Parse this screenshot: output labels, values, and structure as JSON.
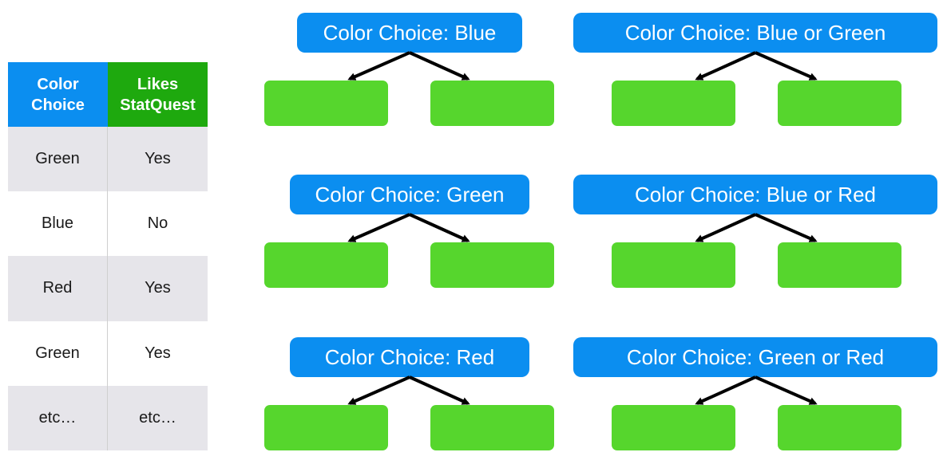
{
  "table": {
    "headers": [
      "Color\nChoice",
      "Likes\nStatQuest"
    ],
    "rows": [
      [
        "Green",
        "Yes"
      ],
      [
        "Blue",
        "No"
      ],
      [
        "Red",
        "Yes"
      ],
      [
        "Green",
        "Yes"
      ],
      [
        "etc…",
        "etc…"
      ]
    ]
  },
  "trees": [
    {
      "label": "Color Choice: Blue"
    },
    {
      "label": "Color Choice: Blue or Green"
    },
    {
      "label": "Color Choice: Green"
    },
    {
      "label": "Color Choice: Blue or Red"
    },
    {
      "label": "Color Choice: Red"
    },
    {
      "label": "Color Choice: Green or Red"
    }
  ],
  "colors": {
    "header_blue": "#0b8ef0",
    "header_green": "#1ea90e",
    "leaf_green": "#56d62d",
    "row_shade": "#e6e5ea"
  }
}
